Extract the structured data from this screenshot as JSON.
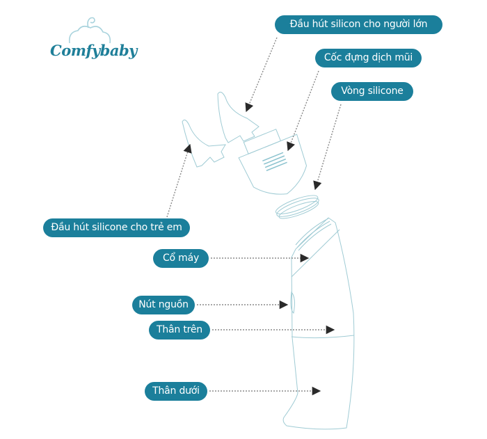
{
  "brand": {
    "name": "Comfybaby",
    "color": "#1f7f99",
    "cloud_color": "#a9d3dd"
  },
  "label_color": "#1b7f9b",
  "line_color": "#9fcbd4",
  "labels": [
    {
      "id": "adult-tip",
      "text": "Đầu hút silicon cho người lớn"
    },
    {
      "id": "mucus-cup",
      "text": "Cốc đựng dịch mũi"
    },
    {
      "id": "silicone-ring",
      "text": "Vòng silicone"
    },
    {
      "id": "baby-tip",
      "text": "Đầu hút silicone cho trẻ em"
    },
    {
      "id": "neck",
      "text": "Cổ máy"
    },
    {
      "id": "power-button",
      "text": "Nút nguồn"
    },
    {
      "id": "upper-body",
      "text": "Thân trên"
    },
    {
      "id": "lower-body",
      "text": "Thân dưới"
    }
  ]
}
